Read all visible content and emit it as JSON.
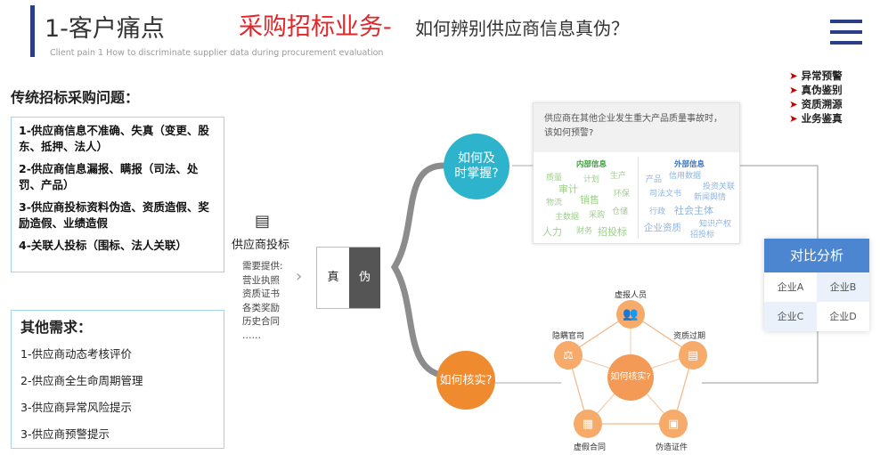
{
  "header": {
    "title": "1-客户痛点",
    "title_red": "采购招标业务-",
    "question": "如何辨别供应商信息真伪？",
    "subtitle": "Client pain 1    How to discriminate supplier data during procurement evaluation"
  },
  "bullets": [
    "异常预警",
    "真伪鉴别",
    "资质溯源",
    "业务鉴真"
  ],
  "traditional": {
    "title": "传统招标采购问题：",
    "items": [
      "1-供应商信息不准确、失真（变更、股东、抵押、法人）",
      "2-供应商信息漏报、瞒报（司法、处罚、产品）",
      "3-供应商投标资料伪造、资质造假、奖励造假、业绩造假",
      "4-关联人投标（围标、法人关联）"
    ]
  },
  "other": {
    "title": "其他需求：",
    "items": [
      "1-供应商动态考核评价",
      "2-供应商全生命周期管理",
      "3-供应商异常风险提示",
      "3-供应商预警提示"
    ]
  },
  "supplier": {
    "label": "供应商投标",
    "need_title": "需要提供:",
    "needs": [
      "营业执照",
      "资质证书",
      "各类奖励",
      "历史合同",
      "……"
    ]
  },
  "verdict": {
    "true_label": "真",
    "false_label": "伪"
  },
  "top_circle": {
    "label": "如何及时掌握?"
  },
  "bottom_circle": {
    "label": "如何核实?"
  },
  "card": {
    "question": "供应商在其他企业发生重大产品质量事故时，该如何预警?",
    "internal_title": "内部信息",
    "external_title": "外部信息",
    "internal_words": [
      "质量",
      "计划",
      "生产",
      "审计",
      "销售",
      "环保",
      "物流",
      "主数据",
      "采购",
      "仓储",
      "人力",
      "财务",
      "招投标"
    ],
    "external_words": [
      "产品",
      "信用数据",
      "投资关联",
      "司法文书",
      "新闻舆情",
      "行政",
      "社会主体",
      "企业资质",
      "知识产权",
      "招投标"
    ]
  },
  "compare": {
    "title": "对比分析",
    "cells": [
      "企业A",
      "企业B",
      "企业C",
      "企业D"
    ]
  },
  "pentagon": {
    "center": "如何核实?",
    "nodes": [
      "虚报人员",
      "资质过期",
      "伪造证件",
      "虚假合同",
      "隐瞒官司"
    ]
  },
  "colors": {
    "teal": "#2db3cb",
    "orange": "#f08a2f",
    "red": "#e3262a",
    "navy": "#2a3f87",
    "blue": "#4c86d0"
  }
}
